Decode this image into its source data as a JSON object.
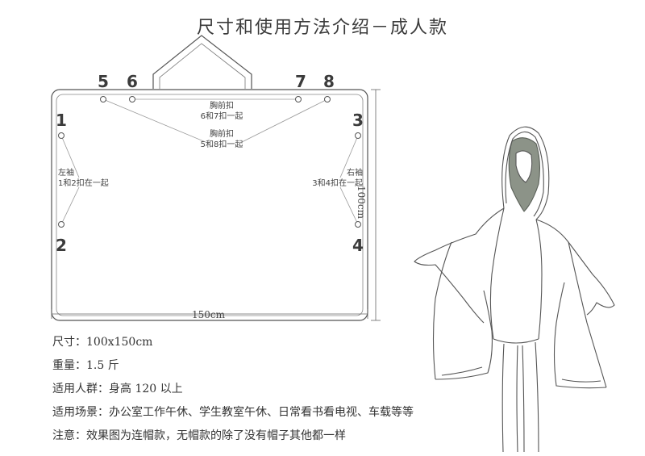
{
  "title": "尺寸和使用方法介绍－成人款",
  "snaps": [
    "1",
    "2",
    "3",
    "4",
    "5",
    "6",
    "7",
    "8"
  ],
  "annotations": {
    "chest_top": [
      "胸前扣",
      "6和7扣一起"
    ],
    "chest_bottom": [
      "胸前扣",
      "5和8扣一起"
    ],
    "left_sleeve": [
      "左袖",
      "1和2扣在一起"
    ],
    "right_sleeve": [
      "右袖",
      "3和4扣在一起"
    ]
  },
  "dimensions": {
    "width": "150cm",
    "height": "100cm"
  },
  "specs": [
    {
      "label": "尺寸：",
      "value": "100x150cm"
    },
    {
      "label": "重量：",
      "value": "1.5 斤"
    },
    {
      "label": "适用人群：",
      "value": "身高 120 以上"
    },
    {
      "label": "适用场景：",
      "value": "办公室工作午休、学生教室午休、日常看书看电视、车载等等"
    },
    {
      "label": "注意：",
      "value": "效果图为连帽款，无帽款的除了没有帽子其他都一样"
    }
  ],
  "colors": {
    "line": "#555555",
    "hair": "#8c9388",
    "text": "#333333"
  }
}
